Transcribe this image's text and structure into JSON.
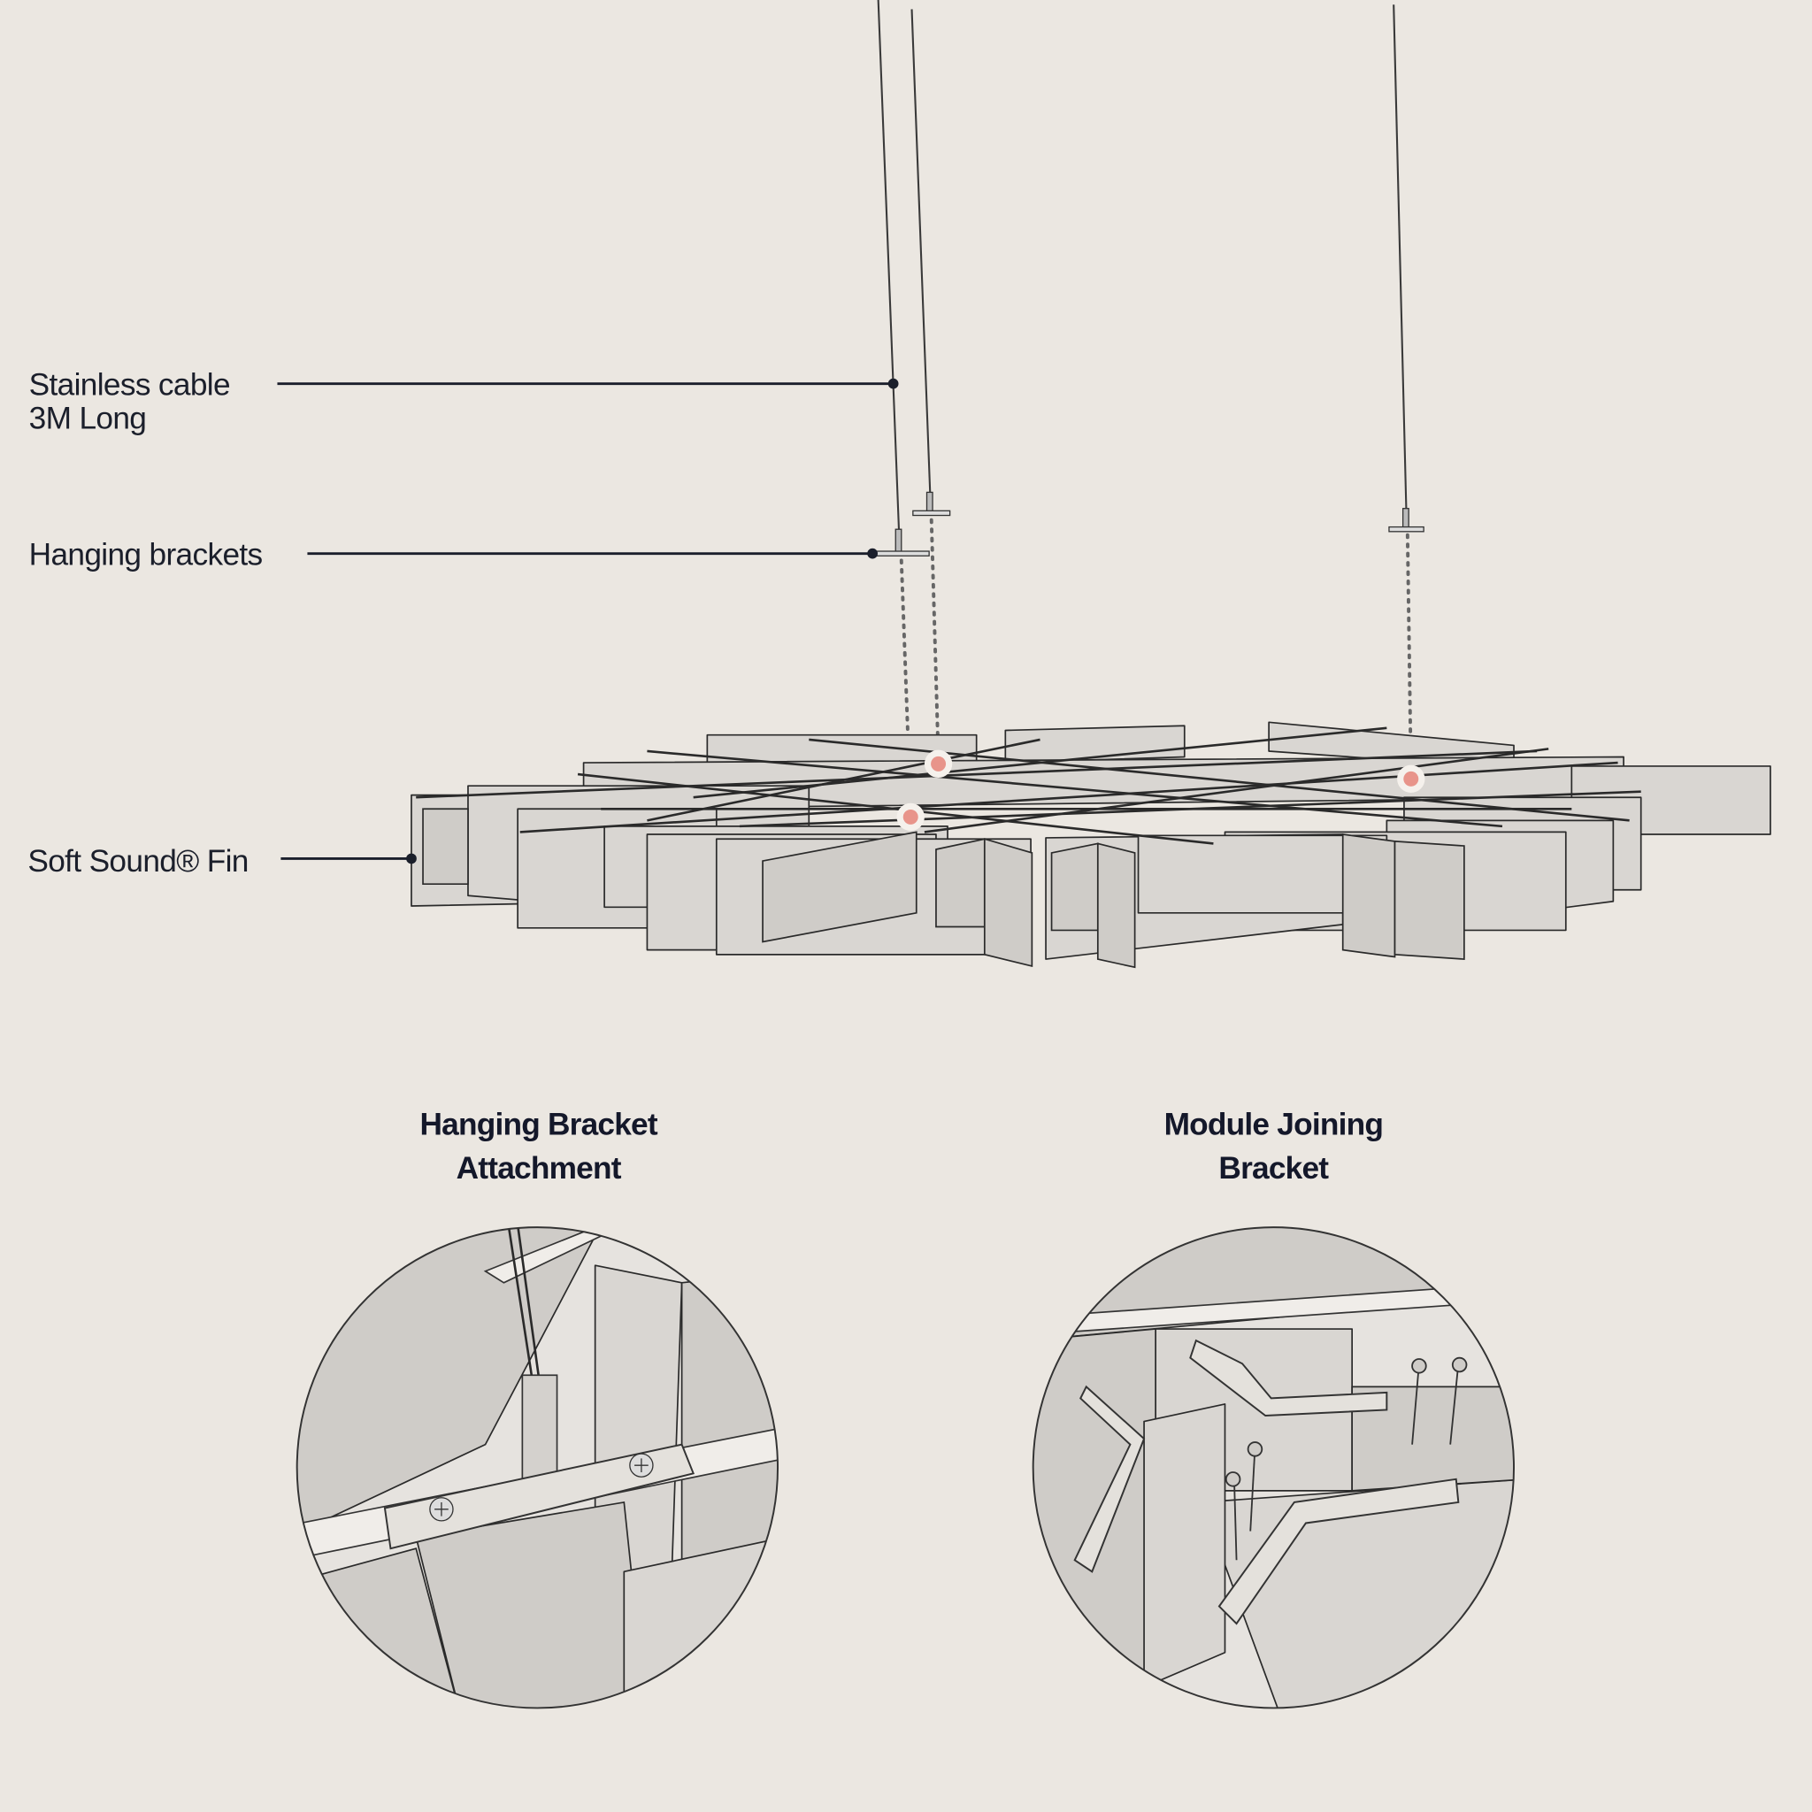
{
  "callouts": {
    "cable_line1": "Stainless cable",
    "cable_line2": "3M Long",
    "brackets": "Hanging brackets",
    "fin": "Soft Sound® Fin"
  },
  "details": [
    {
      "title_line1": "Hanging Bracket",
      "title_line2": "Attachment"
    },
    {
      "title_line1": "Module Joining",
      "title_line2": "Bracket"
    }
  ],
  "colors": {
    "background": "#ebe7e1",
    "attach_point": "#e8948a",
    "ink": "#1b1f2b"
  }
}
